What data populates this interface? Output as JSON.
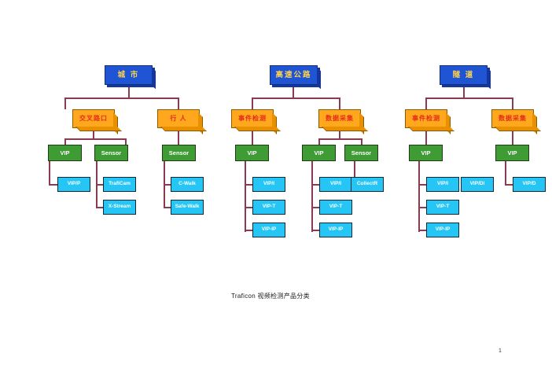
{
  "document": {
    "caption": "Traficon 视频检测产品分类",
    "page_number": "1",
    "background_color": "#ffffff"
  },
  "palette": {
    "root_box": "#1f55d4",
    "root_text": "#ffd24d",
    "category_box": "#ffa81e",
    "category_text": "#e52b1a",
    "device_box": "#3f9c35",
    "device_text": "#ffffff",
    "product_box": "#25c6f5",
    "product_text": "#ffffff",
    "connector": "#8b3a52"
  },
  "trees": [
    {
      "id": "city",
      "root": {
        "label": "城 市"
      },
      "categories": [
        {
          "label": "交叉路口",
          "devices": [
            {
              "label": "VIP",
              "products": [
                {
                  "label": "VIP/P"
                }
              ]
            },
            {
              "label": "Sensor",
              "products": [
                {
                  "label": "TrafiCam"
                },
                {
                  "label": "X-Stream"
                }
              ]
            }
          ]
        },
        {
          "label": "行 人",
          "devices": [
            {
              "label": "Sensor",
              "products": [
                {
                  "label": "C-Walk"
                },
                {
                  "label": "Safe-Walk"
                }
              ]
            }
          ]
        }
      ]
    },
    {
      "id": "highway",
      "root": {
        "label": "高速公路"
      },
      "categories": [
        {
          "label": "事件检测",
          "devices": [
            {
              "label": "VIP",
              "products": [
                {
                  "label": "VIP/I"
                },
                {
                  "label": "VIP-T"
                },
                {
                  "label": "VIP-IP"
                }
              ]
            }
          ]
        },
        {
          "label": "数据采集",
          "devices": [
            {
              "label": "VIP",
              "products": [
                {
                  "label": "VIP/I"
                },
                {
                  "label": "VIP-T"
                },
                {
                  "label": "VIP-IP"
                }
              ]
            },
            {
              "label": "Sensor",
              "products": [
                {
                  "label": "CollectR"
                }
              ]
            }
          ]
        }
      ]
    },
    {
      "id": "tunnel",
      "root": {
        "label": "隧 道"
      },
      "categories": [
        {
          "label": "事件检测",
          "devices": [
            {
              "label": "VIP",
              "products": [
                {
                  "label": "VIP/I"
                },
                {
                  "label": "VIP-T"
                },
                {
                  "label": "VIP-IP"
                }
              ]
            }
          ]
        },
        {
          "label": "数据采集",
          "devices": [
            {
              "label": "VIP",
              "products": [
                {
                  "label": "VIP/DI"
                },
                {
                  "label": "VIP/D"
                }
              ]
            }
          ]
        }
      ]
    }
  ]
}
